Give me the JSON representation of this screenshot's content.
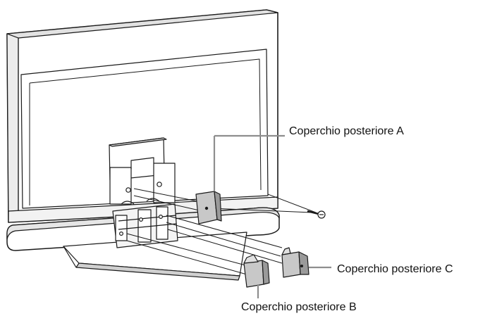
{
  "callouts": {
    "cover_a": "Coperchio posteriore A",
    "cover_b": "Coperchio posteriore B",
    "cover_c": "Coperchio posteriore C"
  },
  "colors": {
    "line": "#1a1a1a",
    "panel": "#ffffff",
    "shade": "#d4d4d4",
    "cover_fill": "#c8c8c8",
    "cover_dark": "#8e8e8e"
  }
}
